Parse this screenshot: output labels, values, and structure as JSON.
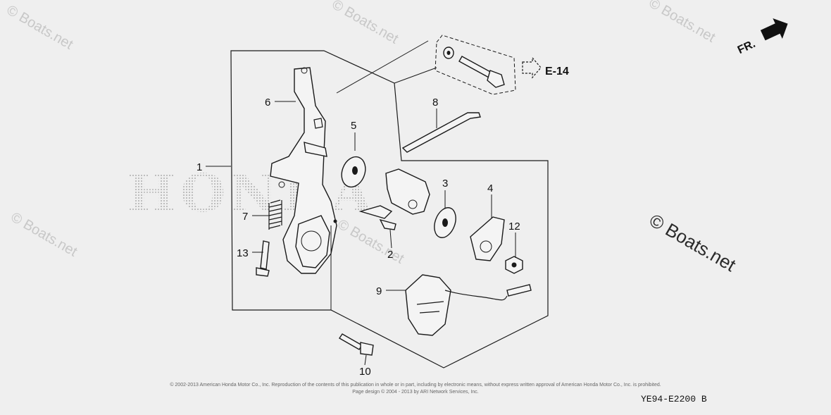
{
  "watermark": {
    "text": "© Boats.net",
    "large_text": "© Boats.net",
    "brand": "HONDA"
  },
  "references": {
    "direction": "FR.",
    "section": "E-14"
  },
  "callouts": {
    "c1": "1",
    "c2": "2",
    "c3": "3",
    "c4": "4",
    "c5": "5",
    "c6": "6",
    "c7": "7",
    "c8": "8",
    "c9": "9",
    "c10": "10",
    "c12": "12",
    "c13": "13"
  },
  "footer": {
    "copyright_line1": "© 2002-2013 American Honda Motor Co., Inc. Reproduction of the contents of this publication in whole or in part, including by electronic means, without express written approval of American Honda Motor Co., Inc. is prohibited.",
    "copyright_line2": "Page design © 2004 - 2013 by ARI Network Services, Inc.",
    "diagram_code": "YE94-E2200 B"
  },
  "colors": {
    "background": "#efefef",
    "line": "#1a1a1a",
    "watermark": "#c8c8c8"
  }
}
